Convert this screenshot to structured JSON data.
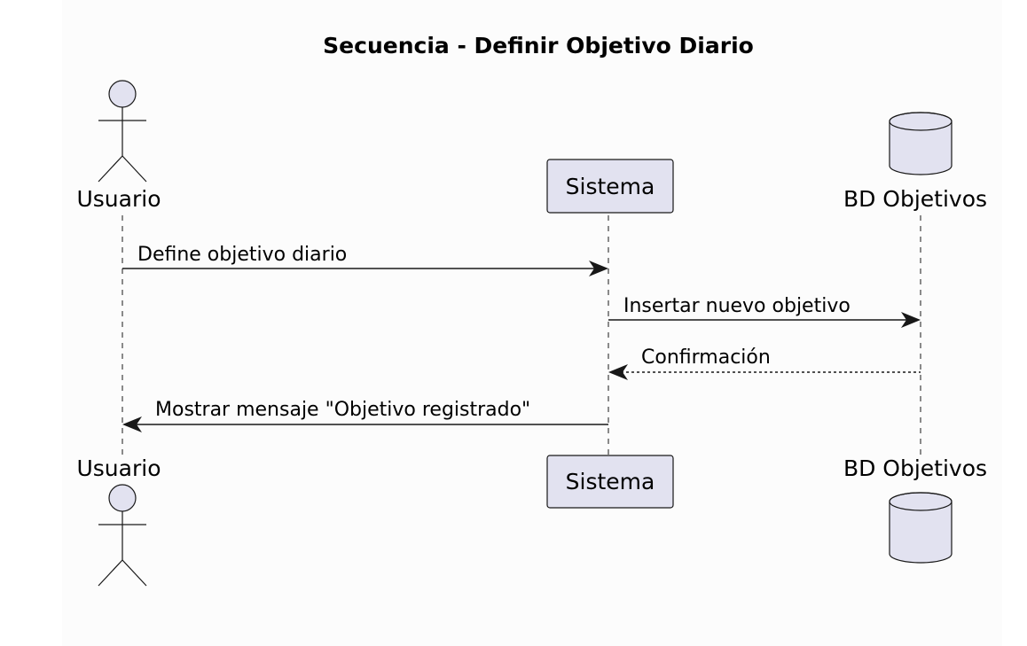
{
  "diagram": {
    "title": "Secuencia - Definir Objetivo Diario",
    "participants": {
      "usuario": {
        "label": "Usuario",
        "kind": "actor"
      },
      "sistema": {
        "label": "Sistema",
        "kind": "participant"
      },
      "bd": {
        "label": "BD Objetivos",
        "kind": "database"
      }
    },
    "messages": [
      {
        "from": "usuario",
        "to": "sistema",
        "label": "Define objetivo diario",
        "style": "solid"
      },
      {
        "from": "sistema",
        "to": "bd",
        "label": "Insertar nuevo objetivo",
        "style": "solid"
      },
      {
        "from": "bd",
        "to": "sistema",
        "label": "Confirmación",
        "style": "dashed"
      },
      {
        "from": "sistema",
        "to": "usuario",
        "label": "Mostrar mensaje \"Objetivo registrado\"",
        "style": "solid"
      }
    ]
  },
  "colors": {
    "participant_fill": "#e2e2f0",
    "stroke": "#181818",
    "background": "#fcfcfc"
  }
}
